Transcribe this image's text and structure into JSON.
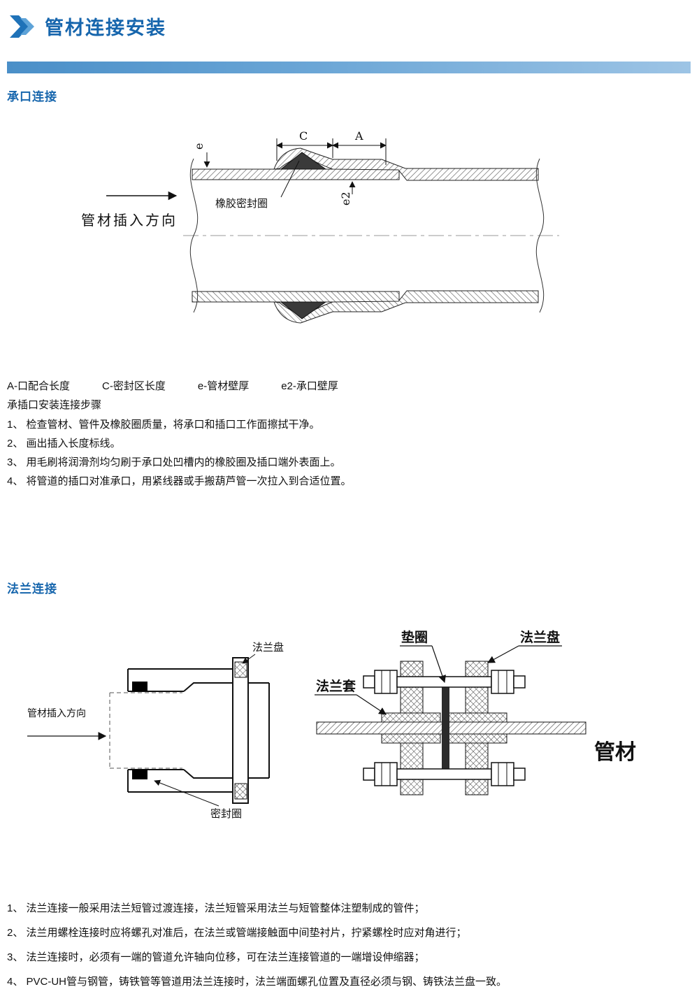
{
  "header": {
    "title": "管材连接安装"
  },
  "socket": {
    "heading": "承口连接",
    "diagram": {
      "dim_c": "C",
      "dim_a": "A",
      "dim_e": "e",
      "dim_e2": "e2",
      "seal_label": "橡胶密封圈",
      "insert_direction": "管材插入方向"
    },
    "legend": [
      "A-口配合长度",
      "C-密封区长度",
      "e-管材壁厚",
      "e2-承口壁厚"
    ],
    "steps_title": "承插口安装连接步骤",
    "steps": [
      "1、 检查管材、管件及橡胶圈质量，将承口和插口工作面擦拭干净。",
      "2、 画出插入长度标线。",
      "3、 用毛刷将润滑剂均匀刷于承口处凹槽内的橡胶圈及插口端外表面上。",
      "4、 将管道的插口对准承口，用紧线器或手搬葫芦管一次拉入到合适位置。"
    ]
  },
  "flange": {
    "heading": "法兰连接",
    "left_diagram": {
      "insert_direction": "管材插入方向",
      "flange_label": "法兰盘",
      "seal_label": "密封圈"
    },
    "right_diagram": {
      "gasket_label": "垫圈",
      "flange_plate_label": "法兰盘",
      "flange_sleeve_label": "法兰套",
      "pipe_label": "管材"
    },
    "notes": [
      "1、 法兰连接一般采用法兰短管过渡连接，法兰短管采用法兰与短管整体注塑制成的管件；",
      "2、 法兰用螺栓连接时应将螺孔对准后，在法兰或管端接触面中间垫衬片，拧紧螺栓时应对角进行；",
      "3、 法兰连接时，必须有一端的管道允许轴向位移，可在法兰连接管道的一端增设伸缩器；",
      "4、 PVC-UH管与钢管，铸铁管等管道用法兰连接时，法兰端面螺孔位置及直径必须与钢、铸铁法兰盘一致。"
    ]
  }
}
